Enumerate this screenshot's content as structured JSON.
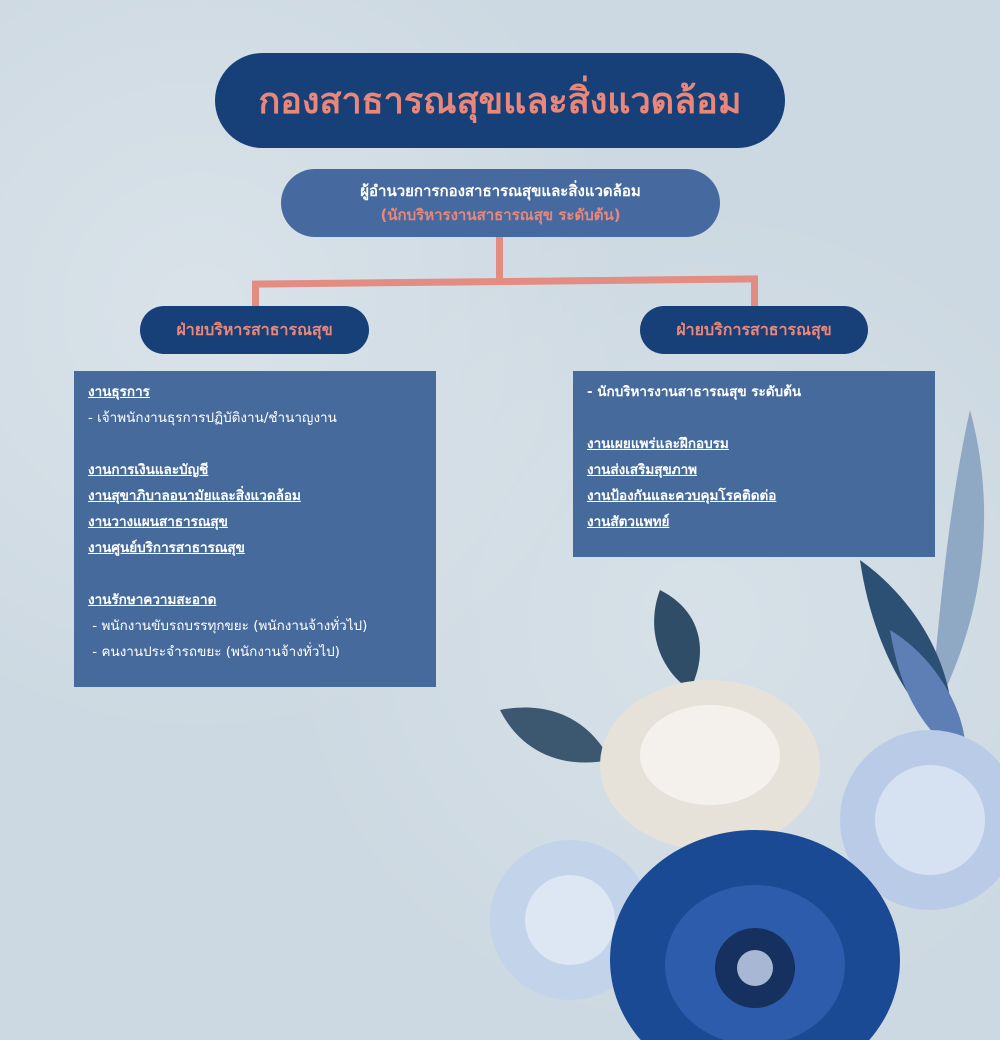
{
  "title": "กองสาธารณสุขและสิ่งแวดล้อม",
  "director": {
    "position": "ผู้อำนวยการกองสาธารณสุขและสิ่งแวดล้อม",
    "level": "(นักบริหารงานสาธารณสุข ระดับต้น)"
  },
  "left": {
    "name": "ฝ่ายบริหารสาธารณสุข",
    "sections": [
      {
        "heading": "งานธุรการ",
        "items": [
          "- เจ้าพนักงานธุรการปฏิบัติงาน/ชำนาญงาน"
        ]
      },
      {
        "heading": "งานการเงินและบัญชี",
        "items": []
      },
      {
        "heading": "งานสุขาภิบาลอนามัยและสิ่งแวดล้อม",
        "items": []
      },
      {
        "heading": "งานวางแผนสาธารณสุข",
        "items": []
      },
      {
        "heading": "งานศูนย์บริการสาธารณสุข",
        "items": []
      },
      {
        "heading": "งานรักษาความสะอาด",
        "items": [
          " - พนักงานขับรถบรรทุกขยะ (พนักงานจ้างทั่วไป)",
          " - คนงานประจำรถขยะ (พนักงานจ้างทั่วไป)"
        ]
      }
    ]
  },
  "right": {
    "name": "ฝ่ายบริการสาธารณสุข",
    "staff": "- นักบริหารงานสาธารณสุข ระดับต้น",
    "sections": [
      "งานเผยแพร่และฝึกอบรม",
      "งานส่งเสริมสุขภาพ",
      "งานป้องกันและควบคุมโรคติดต่อ",
      "งานสัตวแพทย์"
    ]
  },
  "colors": {
    "navy": "#173f78",
    "mid": "#466a9f",
    "salmon": "#e8877a",
    "bg": "#cdd9e2"
  }
}
